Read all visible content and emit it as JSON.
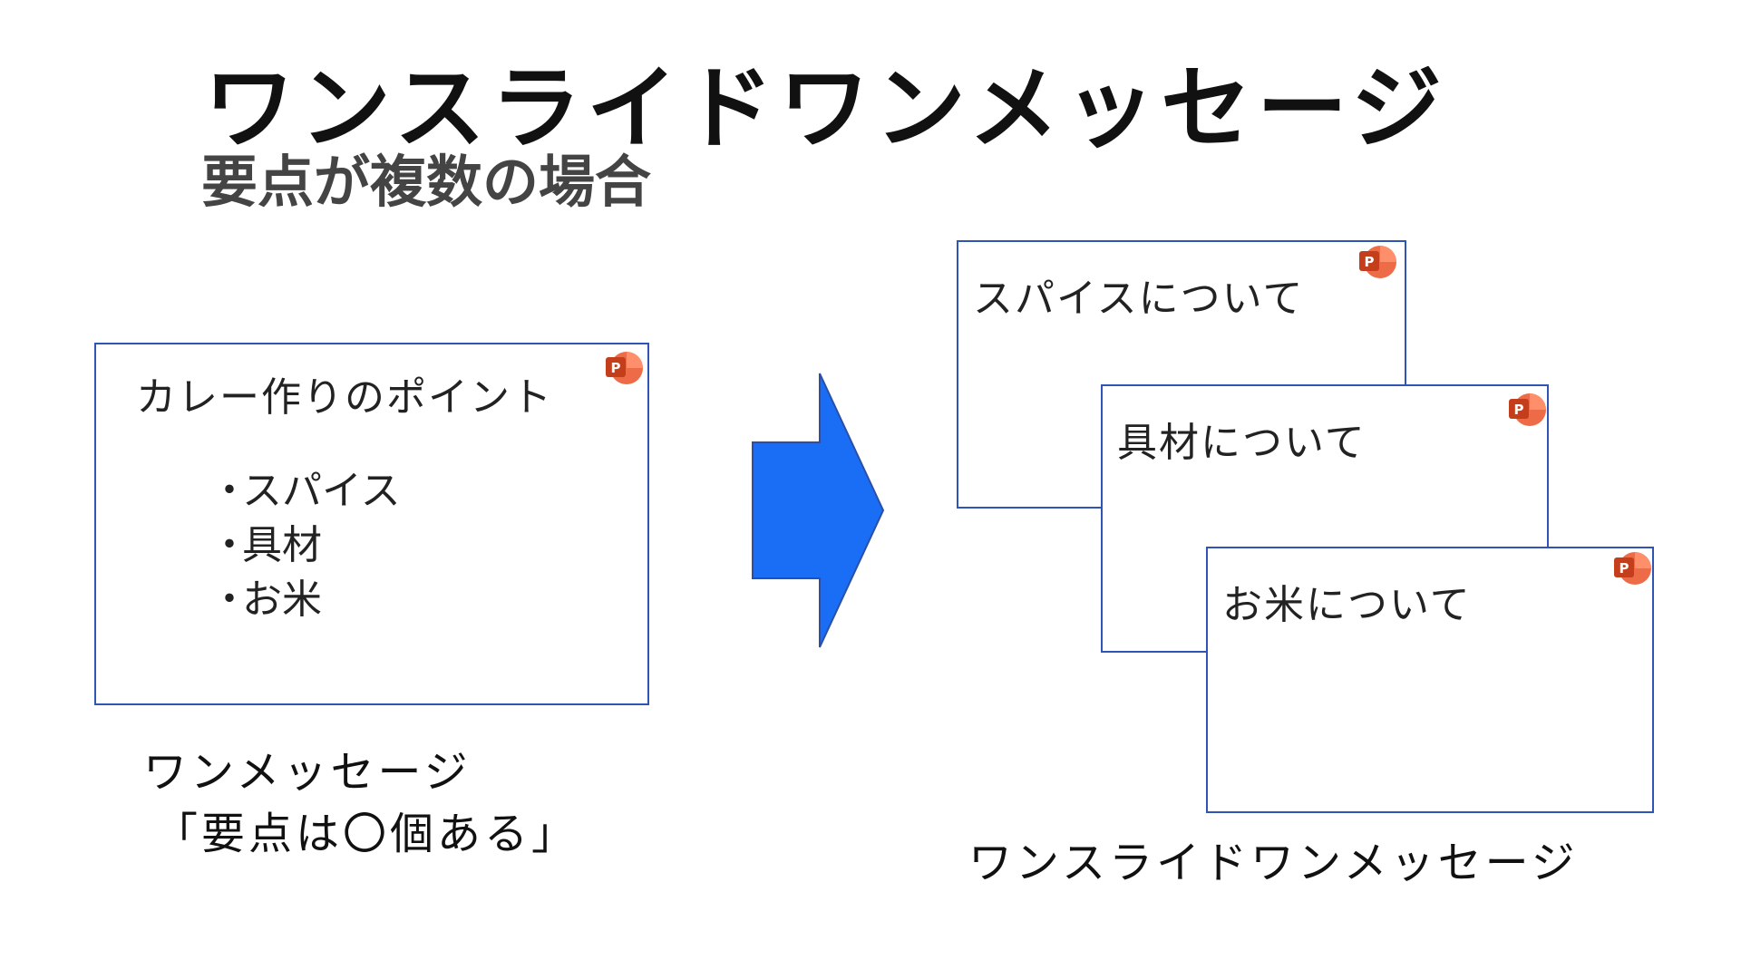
{
  "title": "ワンスライドワンメッセージ",
  "subtitle": "要点が複数の場合",
  "left_slide": {
    "heading": "カレー作りのポイント",
    "bullets": [
      "スパイス",
      "具材",
      "お米"
    ],
    "bullet_marker": "・",
    "icon": "powerpoint-icon"
  },
  "left_caption": {
    "line1": "ワンメッセージ",
    "line2": "「要点は〇個ある」"
  },
  "right_slides": [
    {
      "heading": "スパイスについて",
      "icon": "powerpoint-icon"
    },
    {
      "heading": "具材について",
      "icon": "powerpoint-icon"
    },
    {
      "heading": "お米について",
      "icon": "powerpoint-icon"
    }
  ],
  "right_caption": "ワンスライドワンメッセージ",
  "colors": {
    "slide_border": "#2f54b3",
    "arrow_fill": "#1a6ef5",
    "arrow_stroke": "#2a4fa8",
    "icon_red": "#d35230",
    "icon_orange": "#ed6c47"
  }
}
